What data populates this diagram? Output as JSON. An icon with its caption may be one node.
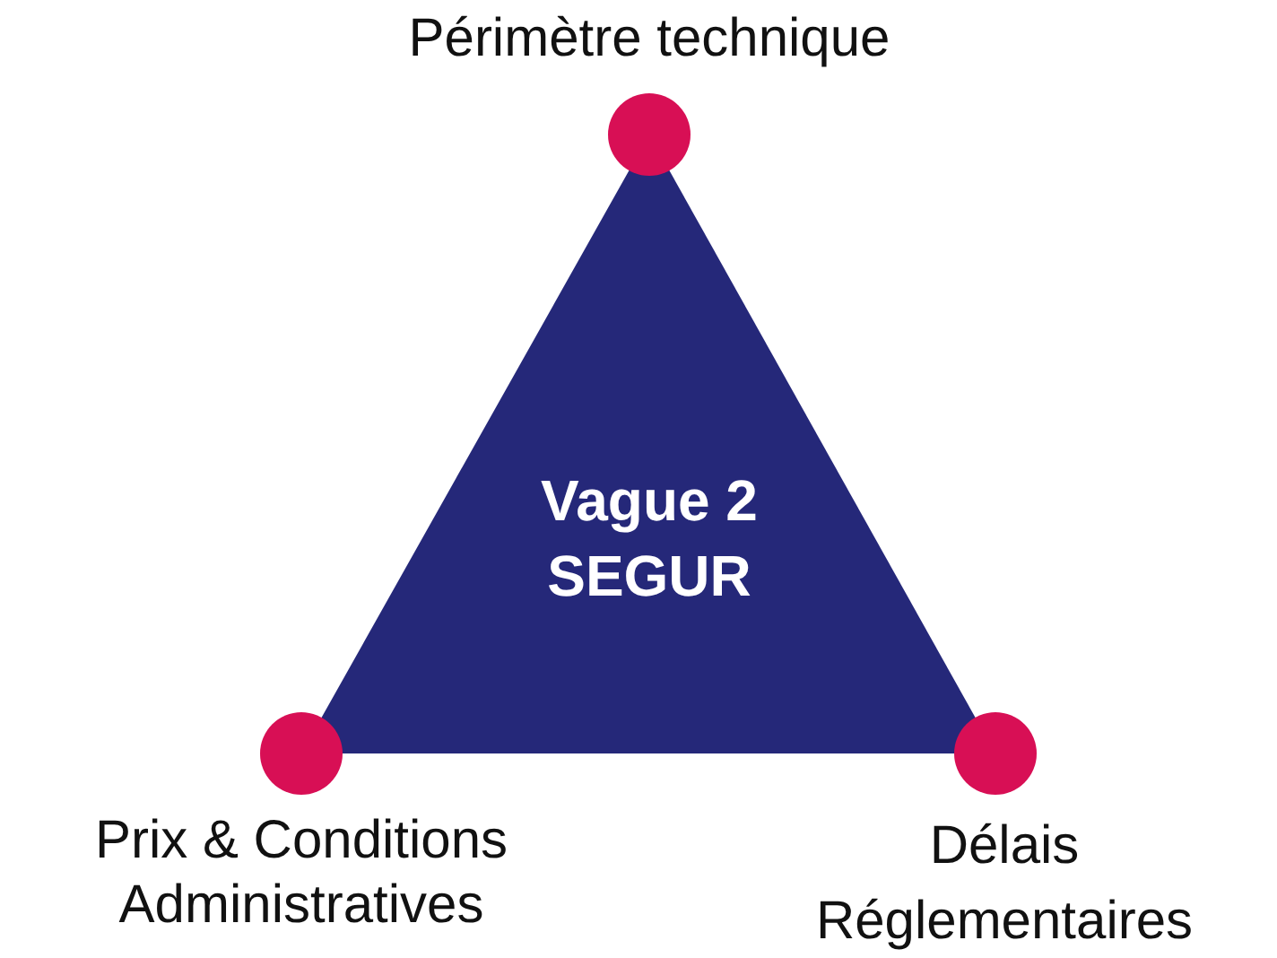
{
  "diagram": {
    "nodes": [
      {
        "text": [
          "Vague 2 SEGUR"
        ]
      },
      {
        "text": [],
        "shape": "circle",
        "beside": [
          "Périmètre technique"
        ]
      },
      {
        "text": [],
        "shape": "circle",
        "beside": [
          "Prix & Conditions Administratives"
        ]
      },
      {
        "text": [],
        "shape": "circle",
        "beside": [
          "Délais Réglementaires"
        ]
      }
    ]
  }
}
